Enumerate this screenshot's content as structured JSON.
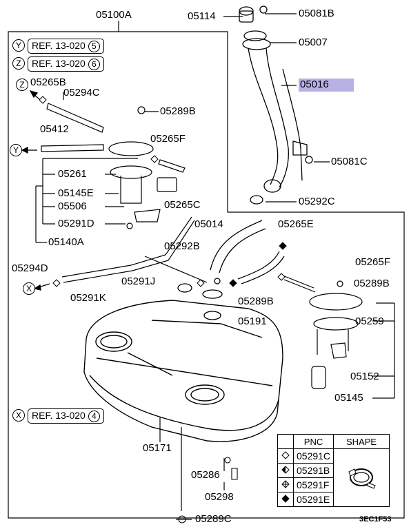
{
  "diagram": {
    "part_labels": {
      "p05100A": "05100A",
      "p05114": "05114",
      "p05081B": "05081B",
      "p05007": "05007",
      "p05016": "05016",
      "p05081C": "05081C",
      "p05292C": "05292C",
      "p05265B": "05265B",
      "p05294C": "05294C",
      "p05289B_top": "05289B",
      "p05412": "05412",
      "p05265F_top": "05265F",
      "p05261": "05261",
      "p05145E": "05145E",
      "p05506": "05506",
      "p05291D": "05291D",
      "p05140A": "05140A",
      "p05265C": "05265C",
      "p05014": "05014",
      "p05265E": "05265E",
      "p05292B": "05292B",
      "p05294D": "05294D",
      "p05291J": "05291J",
      "p05291K": "05291K",
      "p05265F_right": "05265F",
      "p05289B_right": "05289B",
      "p05289B_mid": "05289B",
      "p05191": "05191",
      "p05259": "05259",
      "p05152": "05152",
      "p05145": "05145",
      "p05171": "05171",
      "p05286": "05286",
      "p05298": "05298",
      "p05289C": "05289C"
    },
    "references": [
      {
        "marker": "Y",
        "text": "REF. 13-020",
        "page": "5"
      },
      {
        "marker": "Z",
        "text": "REF. 13-020",
        "page": "6"
      },
      {
        "marker": "X",
        "text": "REF. 13-020",
        "page": "4"
      }
    ],
    "connector_markers": {
      "z": "Z",
      "y": "Y",
      "x": "X"
    },
    "highlight_color": "#b7b1e6",
    "figure_code": "3EC1F53"
  },
  "legend": {
    "headers": [
      "PNC",
      "SHAPE"
    ],
    "rows": [
      {
        "symbol": "hollow-diamond",
        "pnc": "05291C"
      },
      {
        "symbol": "half-diamond",
        "pnc": "05291B"
      },
      {
        "symbol": "cross-diamond",
        "pnc": "05291F"
      },
      {
        "symbol": "solid-diamond",
        "pnc": "05291E"
      }
    ],
    "shape_icon": "hose-clamp-icon"
  }
}
